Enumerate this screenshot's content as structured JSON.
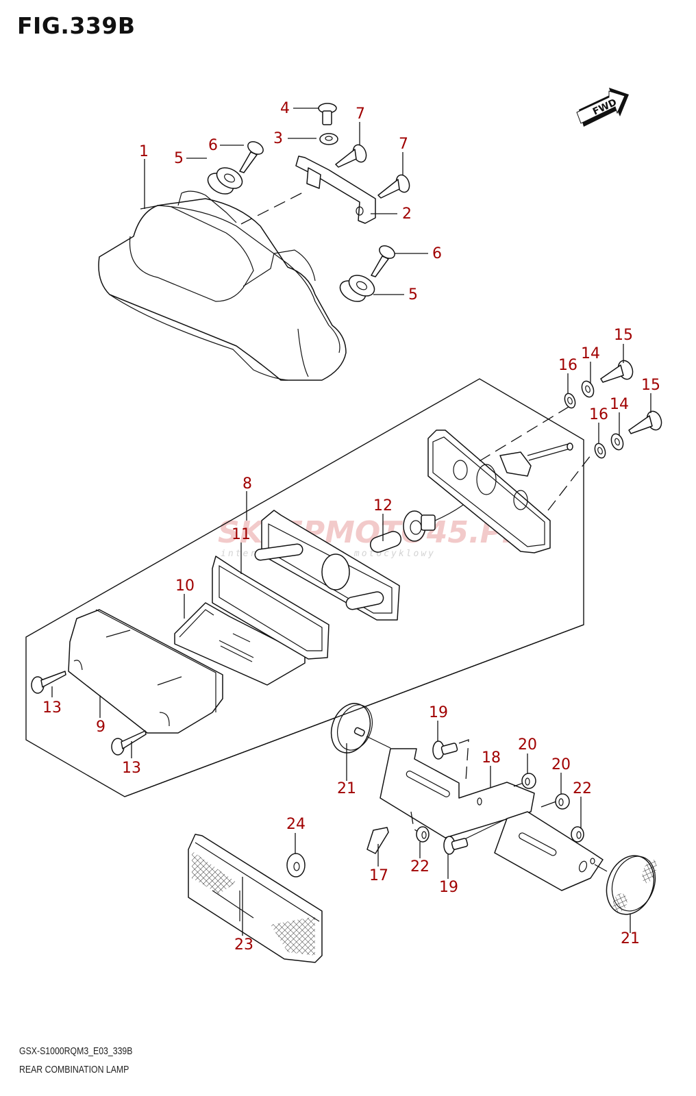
{
  "figure": {
    "title": "FIG.339B",
    "model_code": "GSX-S1000RQM3_E03_339B",
    "section_name": "REAR COMBINATION LAMP"
  },
  "orientation": {
    "icon": "fwd-arrow-icon",
    "label": "FWD"
  },
  "watermark": {
    "brand": "SKLEPMOTO45.PL",
    "tagline": "internetowy sklep motocyklowy"
  },
  "label_color": "#a00000",
  "callouts": [
    {
      "id": "c1",
      "part": "1",
      "desc": "rear combination lamp housing"
    },
    {
      "id": "c2",
      "part": "2",
      "desc": "bracket"
    },
    {
      "id": "c3",
      "part": "3",
      "desc": "washer"
    },
    {
      "id": "c4",
      "part": "4",
      "desc": "screw"
    },
    {
      "id": "c5a",
      "part": "5",
      "desc": "grommet"
    },
    {
      "id": "c5b",
      "part": "5",
      "desc": "grommet"
    },
    {
      "id": "c6a",
      "part": "6",
      "desc": "screw"
    },
    {
      "id": "c6b",
      "part": "6",
      "desc": "screw"
    },
    {
      "id": "c7a",
      "part": "7",
      "desc": "screw"
    },
    {
      "id": "c7b",
      "part": "7",
      "desc": "screw"
    },
    {
      "id": "c8",
      "part": "8",
      "desc": "license plate lamp assy"
    },
    {
      "id": "c9",
      "part": "9",
      "desc": "lens"
    },
    {
      "id": "c10",
      "part": "10",
      "desc": "reflector"
    },
    {
      "id": "c11",
      "part": "11",
      "desc": "gasket"
    },
    {
      "id": "c12",
      "part": "12",
      "desc": "bulb"
    },
    {
      "id": "c13a",
      "part": "13",
      "desc": "screw"
    },
    {
      "id": "c13b",
      "part": "13",
      "desc": "screw"
    },
    {
      "id": "c14a",
      "part": "14",
      "desc": "washer"
    },
    {
      "id": "c14b",
      "part": "14",
      "desc": "washer"
    },
    {
      "id": "c15a",
      "part": "15",
      "desc": "screw"
    },
    {
      "id": "c15b",
      "part": "15",
      "desc": "screw"
    },
    {
      "id": "c16a",
      "part": "16",
      "desc": "washer"
    },
    {
      "id": "c16b",
      "part": "16",
      "desc": "washer"
    },
    {
      "id": "c17",
      "part": "17",
      "desc": "clip"
    },
    {
      "id": "c18",
      "part": "18",
      "desc": "reflector bracket"
    },
    {
      "id": "c19a",
      "part": "19",
      "desc": "bolt"
    },
    {
      "id": "c19b",
      "part": "19",
      "desc": "bolt"
    },
    {
      "id": "c20a",
      "part": "20",
      "desc": "nut"
    },
    {
      "id": "c20b",
      "part": "20",
      "desc": "nut"
    },
    {
      "id": "c21a",
      "part": "21",
      "desc": "round reflector"
    },
    {
      "id": "c21b",
      "part": "21",
      "desc": "round reflector"
    },
    {
      "id": "c22a",
      "part": "22",
      "desc": "nut"
    },
    {
      "id": "c22b",
      "part": "22",
      "desc": "nut"
    },
    {
      "id": "c23",
      "part": "23",
      "desc": "rear reflector"
    },
    {
      "id": "c24",
      "part": "24",
      "desc": "nut"
    }
  ]
}
